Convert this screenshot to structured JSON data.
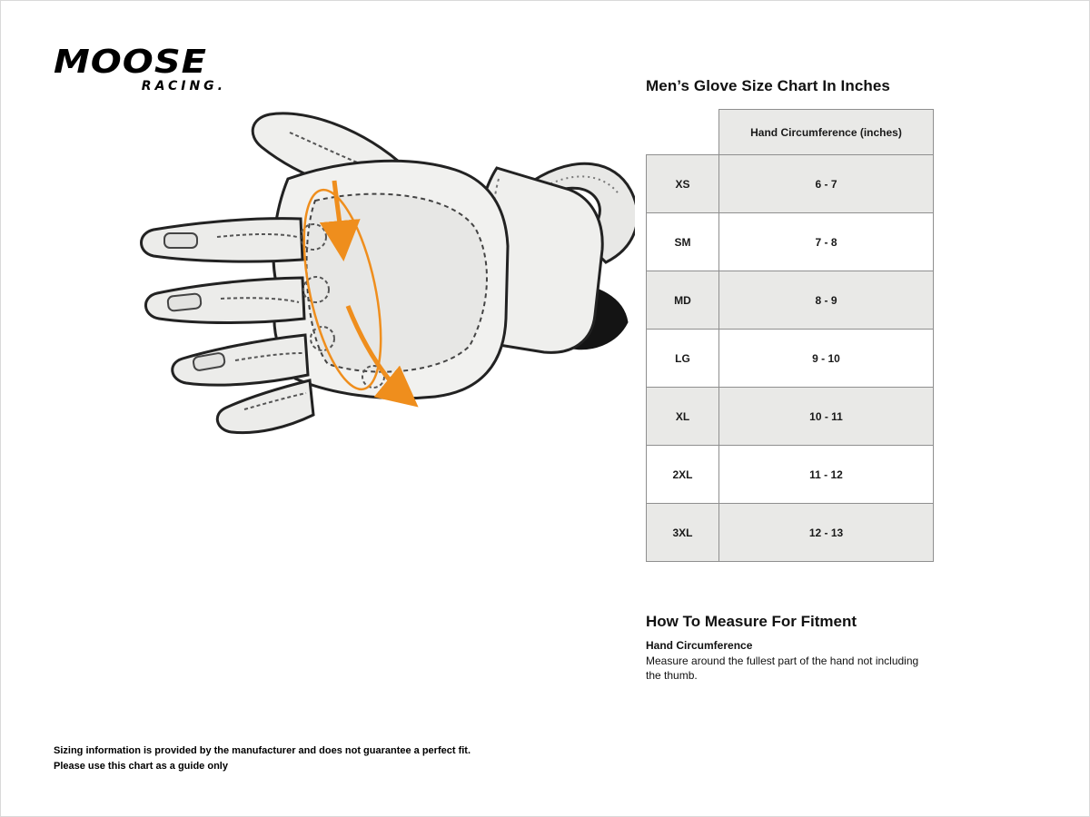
{
  "logo": {
    "brand_top": "MOOSE",
    "brand_bottom": "RACING."
  },
  "size_chart": {
    "title": "Men’s Glove Size Chart In Inches",
    "column_header": "Hand Circumference (inches)",
    "rows": [
      {
        "size": "XS",
        "range": "6 - 7"
      },
      {
        "size": "SM",
        "range": "7 - 8"
      },
      {
        "size": "MD",
        "range": "8 - 9"
      },
      {
        "size": "LG",
        "range": "9 - 10"
      },
      {
        "size": "XL",
        "range": "10 - 11"
      },
      {
        "size": "2XL",
        "range": "11 - 12"
      },
      {
        "size": "3XL",
        "range": "12 - 13"
      }
    ]
  },
  "how_to": {
    "title": "How To Measure For Fitment",
    "subtitle": "Hand Circumference",
    "body": "Measure around the fullest part of the hand not including the thumb."
  },
  "disclaimer": {
    "line1": "Sizing information is provided by the manufacturer and does not guarantee a perfect fit.",
    "line2": "Please use this chart as a guide only"
  },
  "colors": {
    "accent_orange": "#ef8e1d",
    "row_alt_gray": "#e9e9e7",
    "table_border": "#8f8f8f",
    "glove_outline": "#222222"
  }
}
